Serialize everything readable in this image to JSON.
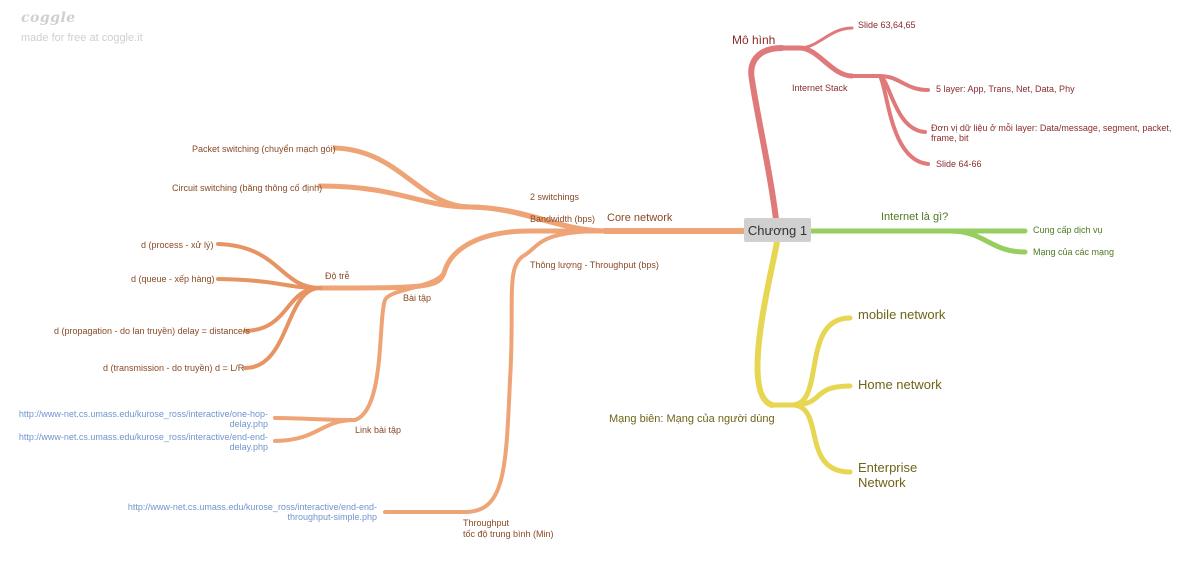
{
  "brand": {
    "logo": "coggle",
    "subtitle": "made for free at coggle.it"
  },
  "colors": {
    "red": "#e07a7a",
    "red_text": "#8b2b2b",
    "green": "#96cf5f",
    "green_text": "#4e7a23",
    "yellow": "#e7d652",
    "yellow_text": "#6f6418",
    "orange": "#eea476",
    "orange_dark": "#e69463",
    "orange_text": "#8a4a25",
    "link": "#7094cf"
  },
  "central": "Chương 1",
  "red_branch": {
    "title": "Mô hình",
    "slide": "Slide 63,64,65",
    "stack": "Internet Stack",
    "layers": "5 layer: App, Trans, Net, Data, Phy",
    "units_1": "Đơn vị dữ liệu ở mỗi layer: Data/message, segment, packet,",
    "units_2": "frame, bit",
    "slide2": "Slide 64-66"
  },
  "green_branch": {
    "title": "Internet là gì?",
    "item1": "Cung cấp dịch vụ",
    "item2": "Mạng của các mạng"
  },
  "yellow_branch": {
    "title": "Mạng biên: Mạng của người dùng",
    "mobile": "mobile network",
    "home": "Home network",
    "enterprise_1": "Enterprise",
    "enterprise_2": "Network"
  },
  "orange_branch": {
    "title": "Core network",
    "switchings": "2 switchings",
    "packet": "Packet switching (chuyển mạch gói)",
    "circuit": "Circuit switching (băng thông cố định)",
    "bandwidth": "Bandwidth (bps)",
    "throughput": "Thông lượng - Throughput (bps)",
    "delay": "Độ trễ",
    "d_process": "d (process - xử lý)",
    "d_queue": "d (queue - xếp hàng)",
    "d_prop": "d (propagation - do lan truyền) delay = distance/s",
    "d_trans": "d (transmission - do truyền) d = L/R",
    "exercise": "Bài tập",
    "exercise_link": "Link bài tập",
    "link1_a": "http://www-net.cs.umass.edu/kurose_ross/interactive/one-hop-",
    "link1_b": "delay.php",
    "link2_a": "http://www-net.cs.umass.edu/kurose_ross/interactive/end-end-",
    "link2_b": "delay.php",
    "tp_title_1": "Throughput",
    "tp_title_2": "tốc độ trung bình (Min)",
    "link3_a": "http://www-net.cs.umass.edu/kurose_ross/interactive/end-end-",
    "link3_b": "throughput-simple.php"
  }
}
